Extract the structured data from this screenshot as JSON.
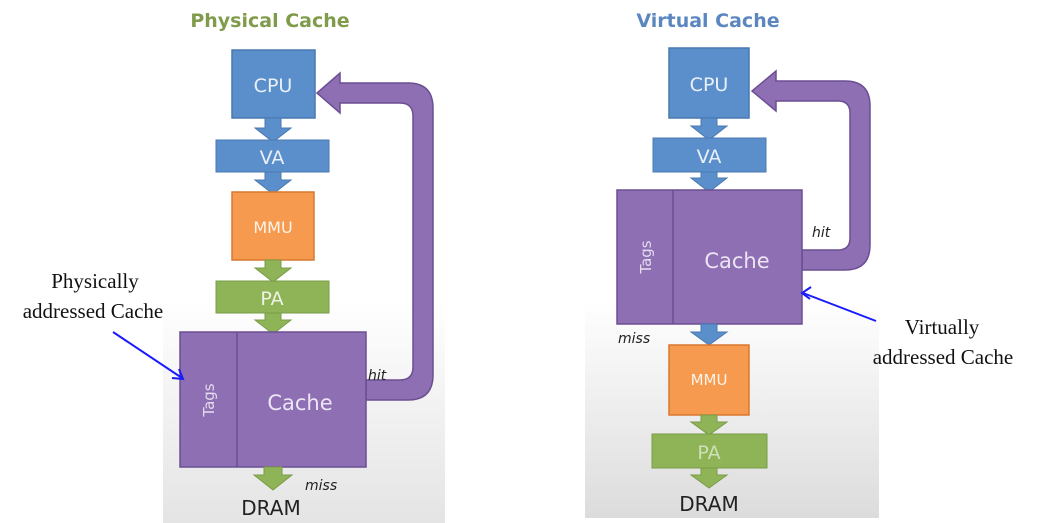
{
  "colors": {
    "blue": "#5b8fcb",
    "blue_border": "#4a78b0",
    "orange": "#f59a4e",
    "orange_border": "#d9782e",
    "green": "#8fb357",
    "green_border": "#7a9c48",
    "purple": "#8e6fb3",
    "purple_border": "#6b4f92",
    "annotation_blue": "#1a1aff",
    "title_green": "#7f9b4b",
    "title_blue": "#5b86bf",
    "box_text": "#eaf0f8",
    "dark_text": "#222222"
  },
  "diagrams": [
    {
      "id": "physical",
      "title": "Physical Cache",
      "cpu": "CPU",
      "va": "VA",
      "mmu": "MMU",
      "pa": "PA",
      "tags": "Tags",
      "cache": "Cache",
      "dram": "DRAM",
      "hit": "hit",
      "miss": "miss",
      "annotation": [
        "Physically",
        "addressed Cache"
      ]
    },
    {
      "id": "virtual",
      "title": "Virtual Cache",
      "cpu": "CPU",
      "va": "VA",
      "mmu": "MMU",
      "pa": "PA",
      "tags": "Tags",
      "cache": "Cache",
      "dram": "DRAM",
      "hit": "hit",
      "miss": "miss",
      "annotation": [
        "Virtually",
        "addressed Cache"
      ]
    }
  ]
}
